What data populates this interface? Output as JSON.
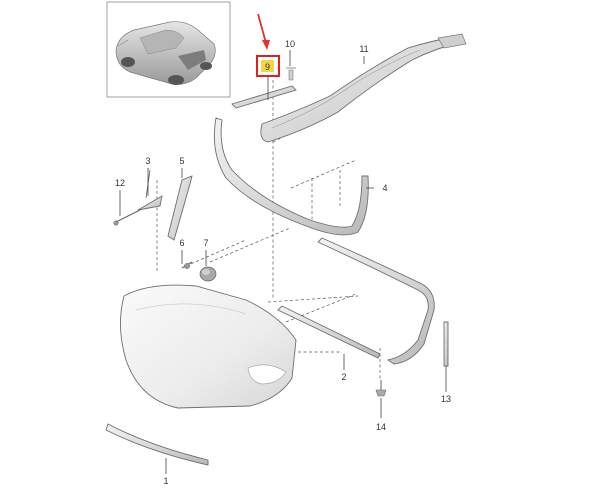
{
  "callouts": {
    "c1": "1",
    "c2": "2",
    "c3": "3",
    "c4": "4",
    "c5": "5",
    "c6": "6",
    "c7": "7",
    "c9": "9",
    "c10": "10",
    "c11": "11",
    "c12": "12",
    "c13": "13",
    "c14": "14"
  },
  "colors": {
    "highlight": "#e02020",
    "marker_fill": "#f2d640",
    "arrow": "#e53030",
    "part_fill": "#dcdcdc",
    "line": "#444444"
  }
}
